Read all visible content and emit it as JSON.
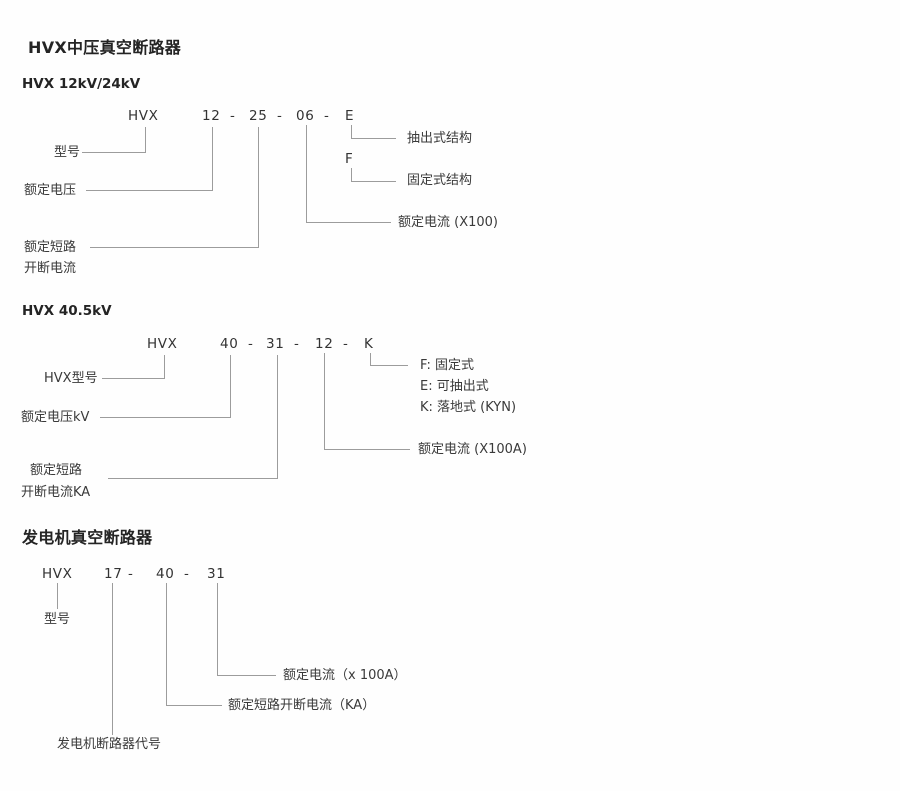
{
  "page_title": "HVX中压真空断路器",
  "colors": {
    "line": "#9c9c9c",
    "text": "#3a3a3a",
    "title": "#242424"
  },
  "section1": {
    "subtitle": "HVX 12kV/24kV",
    "code": [
      "HVX",
      "12",
      "-",
      "25",
      "-",
      "06",
      "-",
      "E"
    ],
    "alt_code": "F",
    "left": {
      "model": "型号",
      "voltage": "额定电压",
      "short_line1": "额定短路",
      "short_line2": "开断电流"
    },
    "right": {
      "drawout": "抽出式结构",
      "fixed": "固定式结构",
      "current": "额定电流 (X100)"
    }
  },
  "section2": {
    "subtitle": "HVX 40.5kV",
    "code": [
      "HVX",
      "40",
      "-",
      "31",
      "-",
      "12",
      "-",
      "K"
    ],
    "left": {
      "model": "HVX型号",
      "voltage": "额定电压kV",
      "short_line1": "额定短路",
      "short_line2": "开断电流KA"
    },
    "right": {
      "f": "F: 固定式",
      "e": "E: 可抽出式",
      "k": "K: 落地式 (KYN)",
      "current": "额定电流 (X100A)"
    }
  },
  "section3": {
    "title": "发电机真空断路器",
    "code": [
      "HVX",
      "17",
      "-",
      "40",
      "-",
      "31"
    ],
    "labels": {
      "model": "型号",
      "current": "额定电流（x 100A）",
      "short": "额定短路开断电流（KA）",
      "generator": "发电机断路器代号"
    }
  }
}
